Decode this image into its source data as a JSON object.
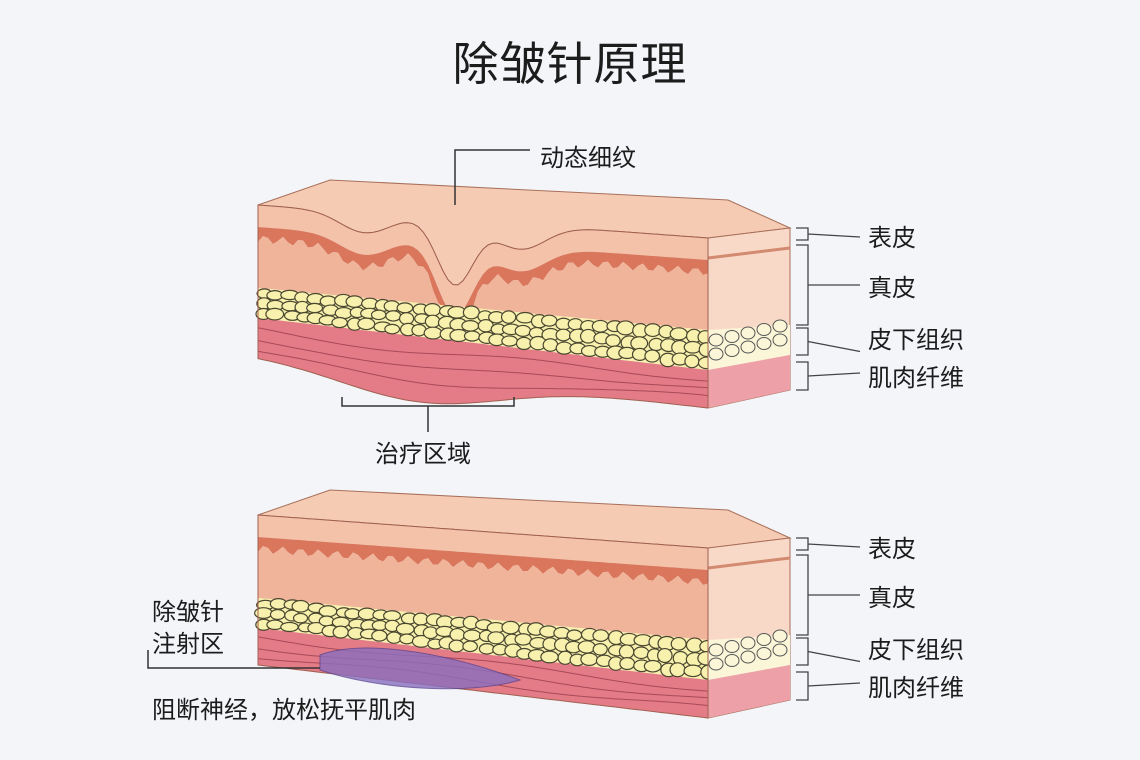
{
  "title": "除皱针原理",
  "top_diagram": {
    "wrinkle_label": "动态细纹",
    "treatment_label": "治疗区域",
    "layers": [
      "表皮",
      "真皮",
      "皮下组织",
      "肌肉纤维"
    ]
  },
  "bottom_diagram": {
    "injection_label_line1": "除皱针",
    "injection_label_line2": "注射区",
    "effect_label": "阻断神经，放松抚平肌肉",
    "layers": [
      "表皮",
      "真皮",
      "皮下组织",
      "肌肉纤维"
    ]
  },
  "colors": {
    "background": "#f3f5f9",
    "epidermis": "#f3c2a8",
    "dermal_band": "#d9765c",
    "dermis": "#f0b49a",
    "side_face": "#f8d9c8",
    "fat": "#f7f1ad",
    "muscle": "#e47c88",
    "injection": "#8a6fc0"
  }
}
